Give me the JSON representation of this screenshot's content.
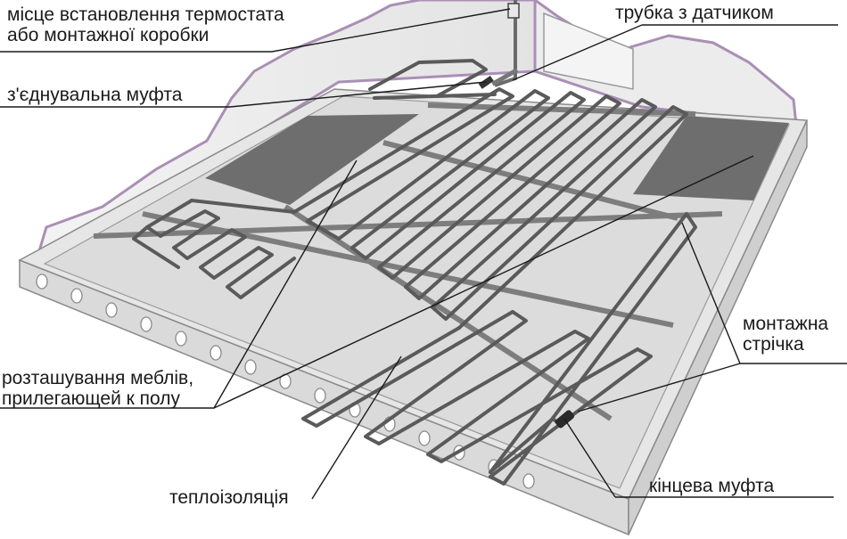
{
  "diagram": {
    "labels": {
      "thermostat_place": [
        "місце встановлення термостата",
        "або монтажної коробки"
      ],
      "sensor_tube": "трубка з датчиком",
      "connecting_sleeve": "з'єднувальна муфта",
      "furniture": [
        "розташування меблів,",
        "прилегающей к полу"
      ],
      "mounting_tape": [
        "монтажна",
        "стрічка"
      ],
      "insulation": "теплоізоляція",
      "end_sleeve": "кінцева муфта"
    },
    "colors": {
      "slab": "#e4e4e4",
      "slab_side": "#d6d6d6",
      "insulation_layer": "#dcdcdc",
      "furniture_zone": "#6e6e6e",
      "wall": "#ececec",
      "wall_edge": "#a98fb5",
      "cable": "#5a5a5a",
      "tape": "#7d7d7d"
    }
  }
}
